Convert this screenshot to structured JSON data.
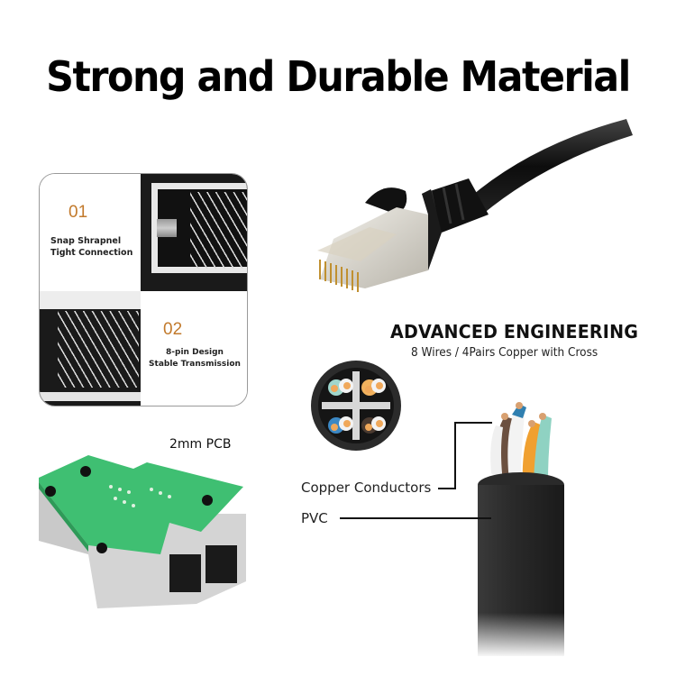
{
  "title": "Strong and Durable Material",
  "features": [
    {
      "number": "01",
      "line1": "Snap Shrapnel",
      "line2": "Tight Connection"
    },
    {
      "number": "02",
      "line1": "8-pin Design",
      "line2": "Stable  Transmission"
    }
  ],
  "engineering": {
    "headline": "ADVANCED ENGINEERING",
    "subline": "8 Wires / 4Pairs Copper with Cross"
  },
  "callouts": {
    "copper": "Copper Conductors",
    "pvc": "PVC"
  },
  "pcb_label": "2mm PCB",
  "colors": {
    "accent_number": "#c27a2c",
    "pcb_green": "#3fbf72",
    "cable_black": "#2a2a2a",
    "text": "#111111"
  }
}
